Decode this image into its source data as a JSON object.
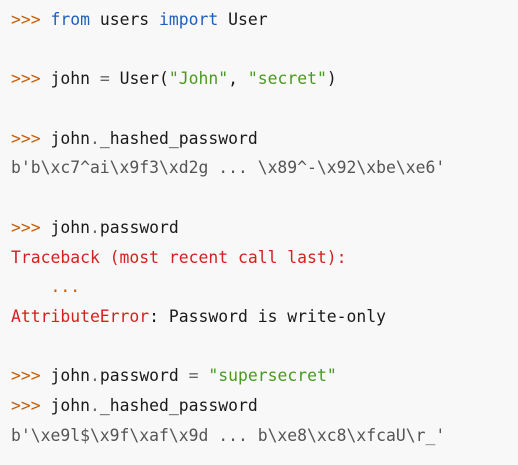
{
  "console": {
    "prompt": ">>>",
    "lines": [
      {
        "kind": "input",
        "parts": [
          {
            "t": "kw",
            "v": "from"
          },
          {
            "t": "plain",
            "v": " users "
          },
          {
            "t": "kw",
            "v": "import"
          },
          {
            "t": "plain",
            "v": " User"
          }
        ]
      },
      {
        "kind": "blank"
      },
      {
        "kind": "input",
        "parts": [
          {
            "t": "plain",
            "v": "john "
          },
          {
            "t": "op",
            "v": "="
          },
          {
            "t": "plain",
            "v": " User("
          },
          {
            "t": "str",
            "v": "\"John\""
          },
          {
            "t": "plain",
            "v": ", "
          },
          {
            "t": "str",
            "v": "\"secret\""
          },
          {
            "t": "plain",
            "v": ")"
          }
        ]
      },
      {
        "kind": "blank"
      },
      {
        "kind": "input",
        "parts": [
          {
            "t": "plain",
            "v": "john"
          },
          {
            "t": "op",
            "v": "."
          },
          {
            "t": "plain",
            "v": "_hashed_password"
          }
        ]
      },
      {
        "kind": "output",
        "text": "b'b\\xc7^ai\\x9f3\\xd2g ... \\x89^-\\x92\\xbe\\xe6'"
      },
      {
        "kind": "blank"
      },
      {
        "kind": "input",
        "parts": [
          {
            "t": "plain",
            "v": "john"
          },
          {
            "t": "op",
            "v": "."
          },
          {
            "t": "plain",
            "v": "password"
          }
        ]
      },
      {
        "kind": "error",
        "text": "Traceback (most recent call last):"
      },
      {
        "kind": "ellipsis",
        "text": "    ..."
      },
      {
        "kind": "error-msg",
        "err": "AttributeError",
        "rest": ": Password is write-only"
      },
      {
        "kind": "blank"
      },
      {
        "kind": "input",
        "parts": [
          {
            "t": "plain",
            "v": "john"
          },
          {
            "t": "op",
            "v": "."
          },
          {
            "t": "plain",
            "v": "password "
          },
          {
            "t": "op",
            "v": "="
          },
          {
            "t": "plain",
            "v": " "
          },
          {
            "t": "str",
            "v": "\"supersecret\""
          }
        ]
      },
      {
        "kind": "input",
        "parts": [
          {
            "t": "plain",
            "v": "john"
          },
          {
            "t": "op",
            "v": "."
          },
          {
            "t": "plain",
            "v": "_hashed_password"
          }
        ]
      },
      {
        "kind": "output",
        "text": "b'\\xe9l$\\x9f\\xaf\\x9d ... b\\xe8\\xc8\\xfcaU\\r_'"
      }
    ]
  }
}
